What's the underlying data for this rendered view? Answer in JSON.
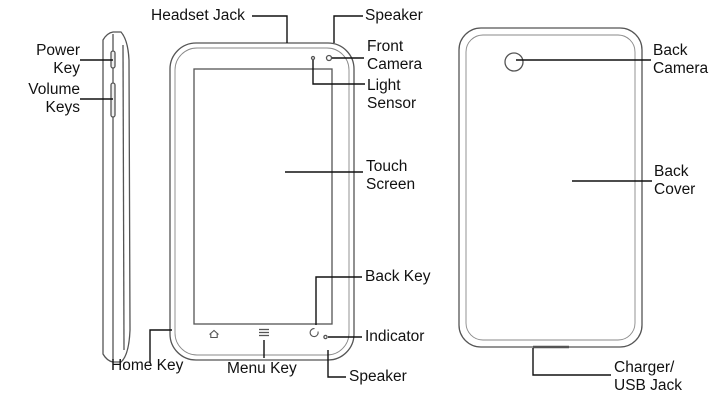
{
  "labels": {
    "headset_jack": "Headset Jack",
    "speaker_top": "Speaker",
    "power_key": [
      "Power",
      "Key"
    ],
    "volume_keys": [
      "Volume",
      "Keys"
    ],
    "front_camera": [
      "Front",
      "Camera"
    ],
    "light_sensor": [
      "Light",
      "Sensor"
    ],
    "touch_screen": [
      "Touch",
      "Screen"
    ],
    "back_key": "Back Key",
    "indicator": "Indicator",
    "home_key": "Home Key",
    "menu_key": "Menu Key",
    "speaker_bottom": "Speaker",
    "back_camera": [
      "Back",
      "Camera"
    ],
    "back_cover": [
      "Back",
      "Cover"
    ],
    "charger_usb": [
      "Charger/",
      "USB Jack"
    ]
  },
  "icons": {
    "home": "home-icon",
    "menu": "menu-icon",
    "back": "back-arrow-icon",
    "indicator": "indicator-light-icon",
    "front_camera": "front-camera-icon",
    "light_sensor": "light-sensor-icon",
    "back_camera": "back-camera-icon"
  },
  "colors": {
    "outline": "#444444",
    "leader": "#111111"
  }
}
